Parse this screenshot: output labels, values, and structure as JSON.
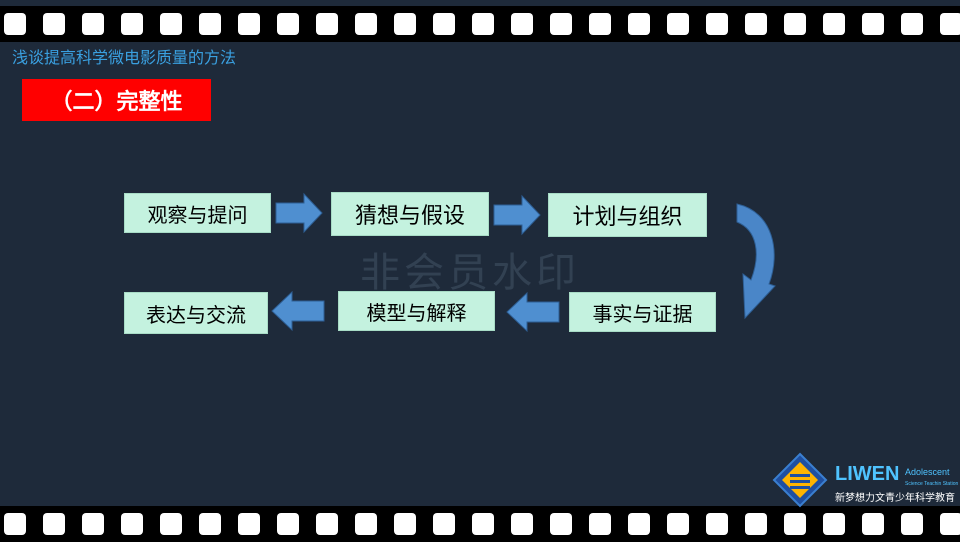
{
  "slide": {
    "title": "浅谈提高科学微电影质量的方法",
    "section": "（二）完整性",
    "watermark": "非会员水印"
  },
  "flow": {
    "row1": [
      "观察与提问",
      "猜想与假设",
      "计划与组织"
    ],
    "row2": [
      "表达与交流",
      "模型与解释",
      "事实与证据"
    ]
  },
  "logo": {
    "name": "LIWEN",
    "subtitle": "Adolescent",
    "subtitle2": "Science Teachin Station",
    "tagline": "新梦想力文青少年科学教育"
  },
  "colors": {
    "background": "#1e2a3a",
    "title_blue": "#3aa0e0",
    "badge_red": "#ff0000",
    "box_fill": "#c4f2df",
    "arrow_blue": "#4f8fd0"
  }
}
